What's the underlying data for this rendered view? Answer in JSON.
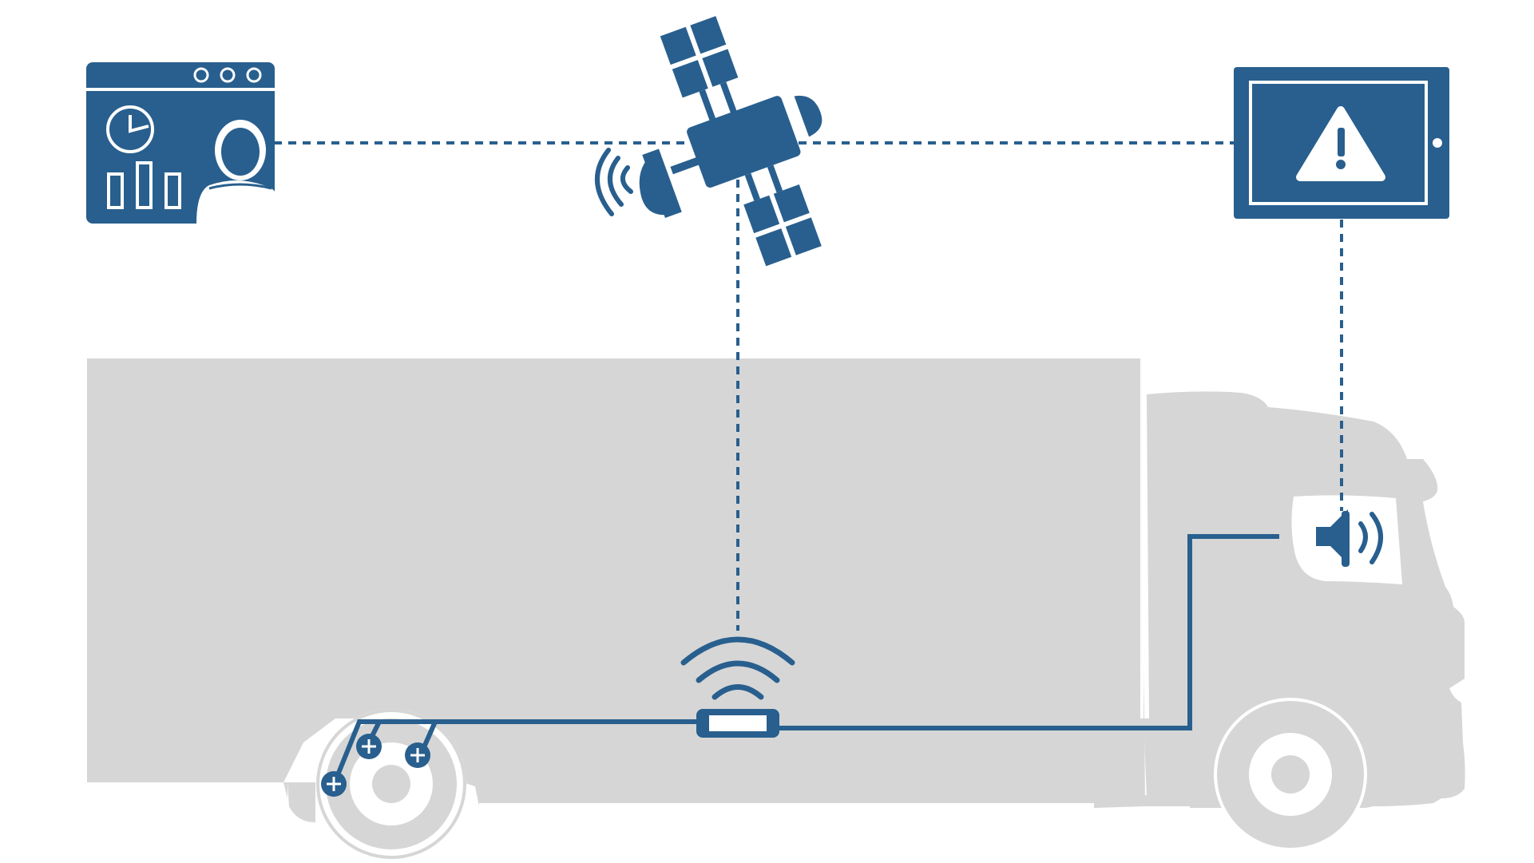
{
  "colors": {
    "primary": "#285f8e",
    "truck_gray": "#d6d6d6",
    "background": "#ffffff",
    "icon_detail": "#ffffff"
  },
  "nodes": [
    {
      "id": "dashboard",
      "icon": "dashboard-window-icon"
    },
    {
      "id": "satellite",
      "icon": "satellite-icon"
    },
    {
      "id": "tablet",
      "icon": "tablet-warning-icon"
    },
    {
      "id": "telematics-unit",
      "icon": "wireless-transmitter-icon"
    },
    {
      "id": "cab-speaker",
      "icon": "speaker-icon"
    },
    {
      "id": "tire-sensors",
      "icon": "tire-pressure-sensor-icon"
    }
  ],
  "connections": [
    {
      "from": "dashboard",
      "to": "satellite",
      "style": "dashed"
    },
    {
      "from": "satellite",
      "to": "tablet",
      "style": "dashed"
    },
    {
      "from": "satellite",
      "to": "telematics-unit",
      "style": "dashed"
    },
    {
      "from": "tablet",
      "to": "cab-speaker",
      "style": "dashed"
    },
    {
      "from": "tire-sensors",
      "to": "telematics-unit",
      "style": "wired"
    },
    {
      "from": "telematics-unit",
      "to": "cab-speaker",
      "style": "wired"
    }
  ]
}
